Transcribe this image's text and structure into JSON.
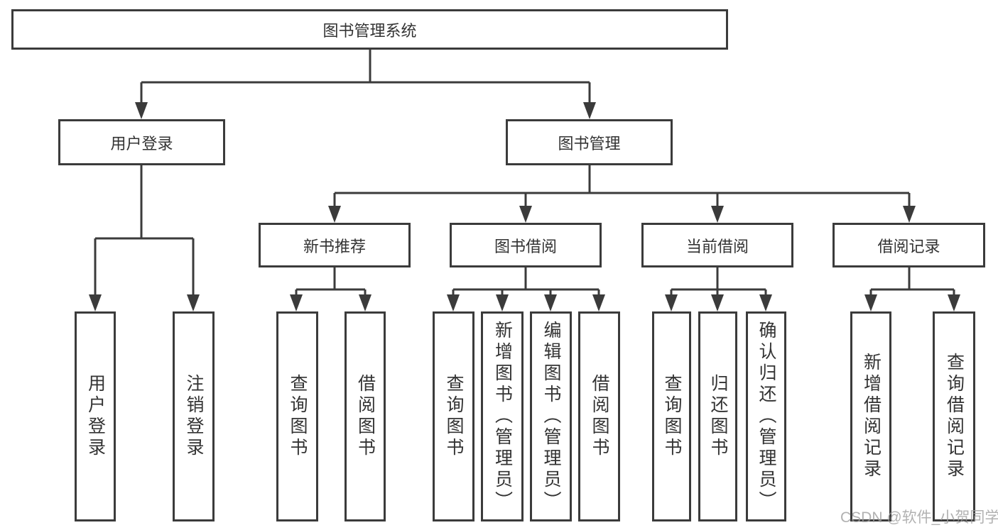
{
  "diagram": {
    "root": {
      "label": "图书管理系统"
    },
    "branches": {
      "user_login": {
        "label": "用户登录"
      },
      "book_management": {
        "label": "图书管理"
      },
      "new_book_recommend": {
        "label": "新书推荐"
      },
      "book_borrow": {
        "label": "图书借阅"
      },
      "current_borrow": {
        "label": "当前借阅"
      },
      "borrow_records": {
        "label": "借阅记录"
      }
    },
    "leaves": {
      "login": {
        "label": "用户登录"
      },
      "logout": {
        "label": "注销登录"
      },
      "nb_query": {
        "label": "查询图书"
      },
      "nb_borrow": {
        "label": "借阅图书"
      },
      "bb_query": {
        "label": "查询图书"
      },
      "bb_add": {
        "label": "新增图书（管理员）"
      },
      "bb_edit": {
        "label": "编辑图书（管理员）"
      },
      "bb_borrow": {
        "label": "借阅图书"
      },
      "cb_query": {
        "label": "查询图书"
      },
      "cb_return": {
        "label": "归还图书"
      },
      "cb_confirm": {
        "label": "确认归还（管理员）"
      },
      "br_add": {
        "label": "新增借阅记录"
      },
      "br_query": {
        "label": "查询借阅记录"
      }
    }
  },
  "watermark": {
    "text": "CSDN @软件_小贺同学"
  },
  "colors": {
    "line": "#3b3b3b",
    "text": "#333333",
    "background": "#ffffff",
    "watermark": "#9e9e9e"
  }
}
